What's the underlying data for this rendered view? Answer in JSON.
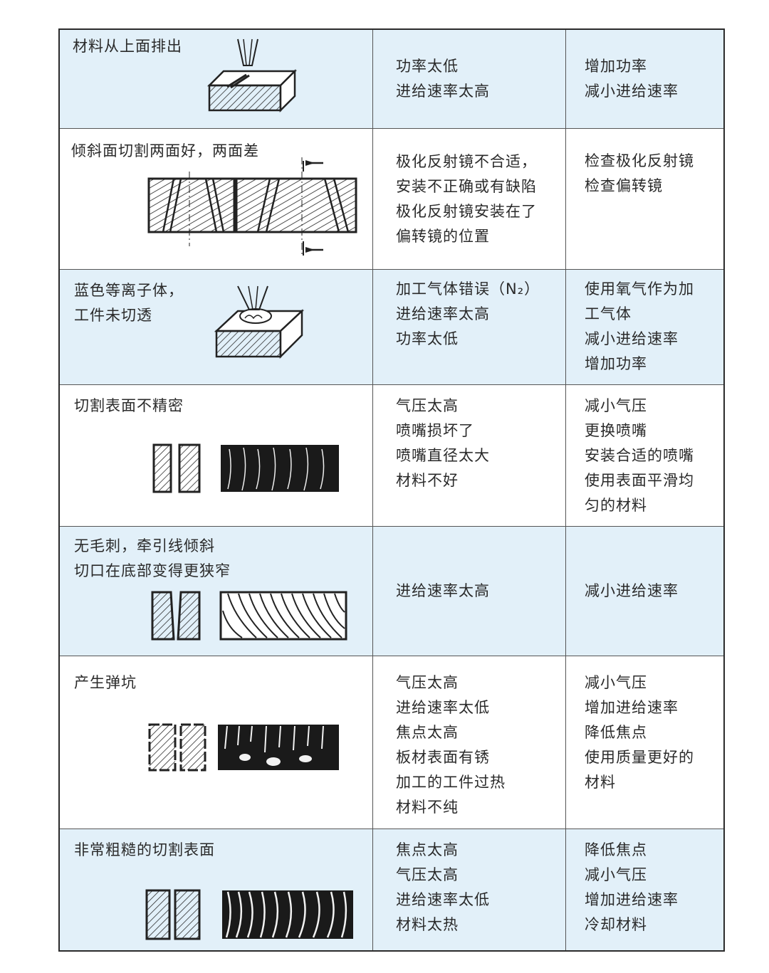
{
  "rows": [
    {
      "problem": [
        "材料从上面排出"
      ],
      "causes": [
        "功率太低",
        "进给速率太高"
      ],
      "remedies": [
        "增加功率",
        "减小进给速率"
      ],
      "illustration": "nozzle-dross-top-icon"
    },
    {
      "problem": [
        "倾斜面切割两面好，两面差"
      ],
      "causes": [
        "极化反射镜不合适，",
        "安装不正确或有缺陷",
        "极化反射镜安装在了",
        "偏转镜的位置"
      ],
      "remedies": [
        "检查极化反射镜",
        "检查偏转镜"
      ],
      "illustration": "slanted-cut-icon"
    },
    {
      "problem": [
        "蓝色等离子体，",
        "工件未切透"
      ],
      "causes": [
        "加工气体错误（N₂）",
        "进给速率太高",
        "功率太低"
      ],
      "remedies": [
        "使用氧气作为加",
        "工气体",
        "减小进给速率",
        "增加功率"
      ],
      "illustration": "plasma-nozzle-icon"
    },
    {
      "problem": [
        "切割表面不精密"
      ],
      "causes": [
        "气压太高",
        "喷嘴损坏了",
        "喷嘴直径太大",
        "材料不好"
      ],
      "remedies": [
        "减小气压",
        "更换喷嘴",
        "安装合适的喷嘴",
        "使用表面平滑均",
        "匀的材料"
      ],
      "illustration": "rough-surface-icon"
    },
    {
      "problem": [
        "无毛刺，牵引线倾斜",
        "切口在底部变得更狭窄"
      ],
      "causes": [
        "进给速率太高"
      ],
      "remedies": [
        "减小进给速率"
      ],
      "illustration": "inclined-drag-lines-icon"
    },
    {
      "problem": [
        "产生弹坑"
      ],
      "causes": [
        "气压太高",
        "进给速率太低",
        "焦点太高",
        "板材表面有锈",
        "加工的工件过热",
        "材料不纯"
      ],
      "remedies": [
        "减小气压",
        "增加进给速率",
        "降低焦点",
        "使用质量更好的",
        "材料"
      ],
      "illustration": "crater-surface-icon"
    },
    {
      "problem": [
        "非常粗糙的切割表面"
      ],
      "causes": [
        "焦点太高",
        "气压太高",
        "进给速率太低",
        "材料太热"
      ],
      "remedies": [
        "降低焦点",
        "减小气压",
        "增加进给速率",
        "冷却材料"
      ],
      "illustration": "very-rough-surface-icon"
    }
  ]
}
